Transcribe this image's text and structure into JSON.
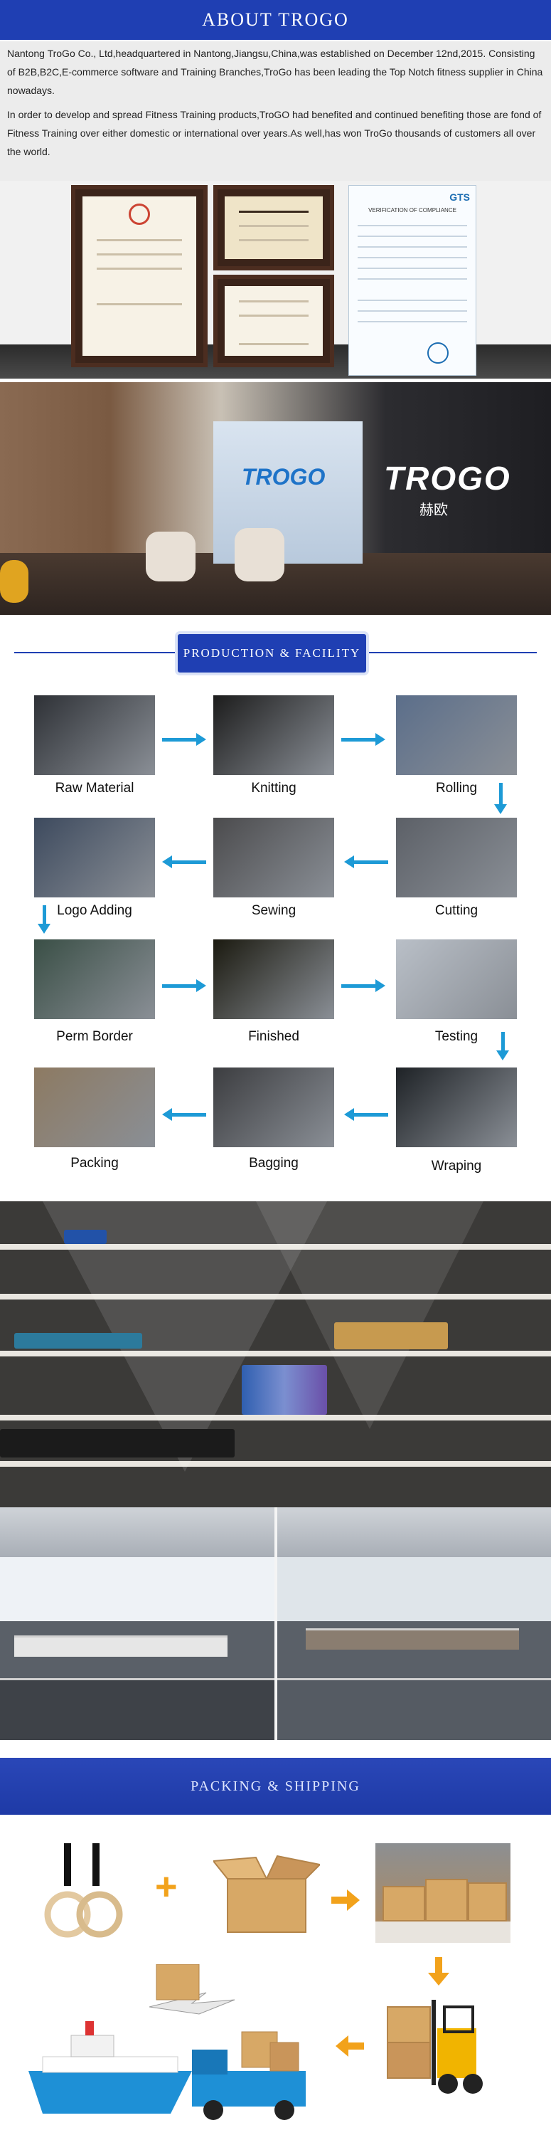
{
  "about": {
    "title": "ABOUT  TROGO",
    "paragraph1": "Nantong TroGo Co., Ltd,headquartered in Nantong,Jiangsu,China,was established on December 12nd,2015. Consisting of B2B,B2C,E-commerce software and Training Branches,TroGo has been leading the Top Notch fitness supplier in China nowadays.",
    "paragraph2": "In order to develop and spread Fitness Training products,TroGO had benefited and continued benefiting those are fond of Fitness Training over either domestic or international over years.As well,has won TroGo thousands of customers all over the world."
  },
  "certificates": {
    "gts_logo": "GTS",
    "gts_title": "VERIFICATION OF COMPLIANCE"
  },
  "showroom": {
    "screen_logo": "TROGO",
    "wall_logo": "TROGO",
    "wall_sub": "赫欧"
  },
  "production": {
    "title": "PRODUCTION & FACILITY",
    "steps": [
      {
        "label": "Raw Material",
        "color": "#2e3136"
      },
      {
        "label": "Knitting",
        "color": "#1c1c1c"
      },
      {
        "label": "Rolling",
        "color": "#5b6e8a"
      },
      {
        "label": "Logo Adding",
        "color": "#3d4a5e"
      },
      {
        "label": "Sewing",
        "color": "#4b4b4d"
      },
      {
        "label": "Cutting",
        "color": "#5c6067"
      },
      {
        "label": "Perm Border",
        "color": "#3a4f46"
      },
      {
        "label": "Finished",
        "color": "#1b1a10"
      },
      {
        "label": "Testing",
        "color": "#b9bfc7"
      },
      {
        "label": "Packing",
        "color": "#8d7a62"
      },
      {
        "label": "Bagging",
        "color": "#3c3d40"
      },
      {
        "label": "Wraping",
        "color": "#1e2226"
      }
    ],
    "arrow_color": "#1d9ad6"
  },
  "packing": {
    "title": "PACKING & SHIPPING",
    "accent": "#f2a21b"
  },
  "colors": {
    "brand_blue": "#1f3fb3",
    "flow_arrow": "#1d9ad6",
    "orange": "#f2a21b"
  }
}
